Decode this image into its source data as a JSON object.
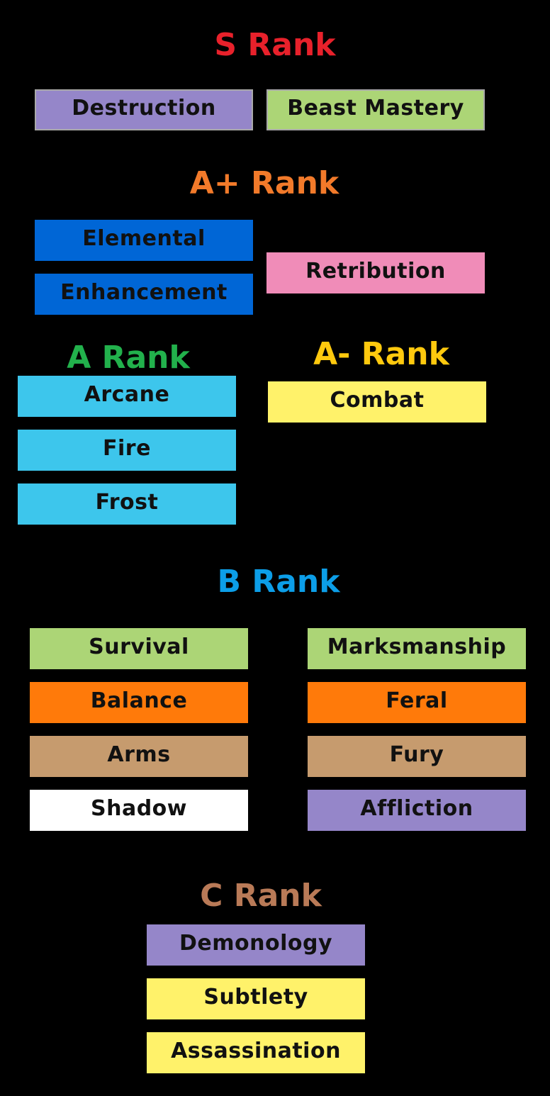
{
  "colors": {
    "background": "#000000",
    "s_heading": "#e8212b",
    "aplus_heading": "#f27a2a",
    "a_heading": "#22b14c",
    "aminus_heading": "#ffc90e",
    "b_heading": "#0c9ee8",
    "c_heading": "#b97a57",
    "purple": "#9586c9",
    "light_green": "#acd576",
    "blue": "#0066d6",
    "pink": "#f08cb8",
    "sky": "#3dc6ec",
    "yellow": "#fff26a",
    "orange": "#ff7a0a",
    "tan": "#c69b6e",
    "white": "#ffffff"
  },
  "tiers": {
    "s": {
      "heading": "S Rank",
      "items": [
        "Destruction",
        "Beast Mastery"
      ]
    },
    "aplus": {
      "heading": "A+ Rank",
      "items": [
        "Elemental",
        "Enhancement",
        "Retribution"
      ]
    },
    "a": {
      "heading": "A Rank",
      "items": [
        "Arcane",
        "Fire",
        "Frost"
      ]
    },
    "aminus": {
      "heading": "A- Rank",
      "items": [
        "Combat"
      ]
    },
    "b": {
      "heading": "B Rank",
      "items": [
        "Survival",
        "Marksmanship",
        "Balance",
        "Feral",
        "Arms",
        "Fury",
        "Shadow",
        "Affliction"
      ]
    },
    "c": {
      "heading": "C Rank",
      "items": [
        "Demonology",
        "Subtlety",
        "Assassination"
      ]
    }
  }
}
